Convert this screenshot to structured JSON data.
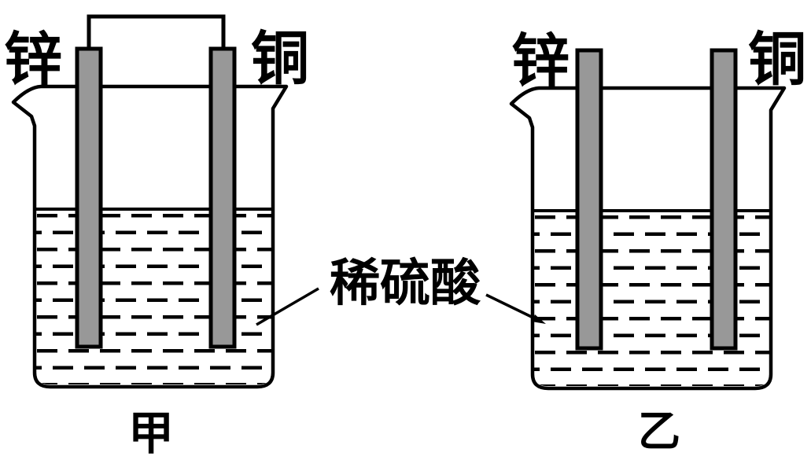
{
  "figure": {
    "background_color": "#ffffff",
    "line_color": "#000000",
    "electrode_fill_color": "#989898",
    "solution_label": "稀硫酸",
    "cells": [
      {
        "id": "jia",
        "left_electrode_label": "锌",
        "right_electrode_label": "铜",
        "caption": "甲",
        "wire_connected": true
      },
      {
        "id": "yi",
        "left_electrode_label": "锌",
        "right_electrode_label": "铜",
        "caption": "乙",
        "wire_connected": false
      }
    ]
  }
}
